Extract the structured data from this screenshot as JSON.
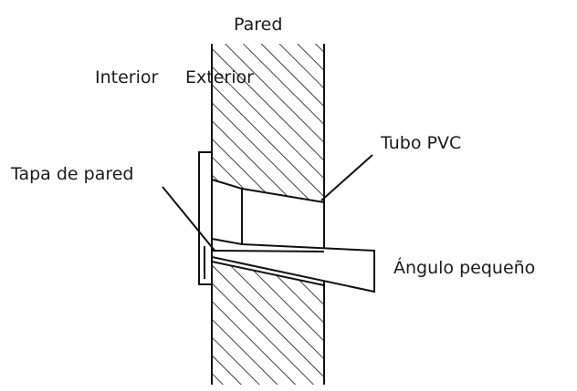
{
  "labels": {
    "wall": "Pared",
    "interior": "Interior",
    "exterior": "Exterior",
    "pvc_tube": "Tubo PVC",
    "wall_cap": "Tapa de pared",
    "small_angle": "Ángulo pequeño"
  },
  "colors": {
    "ink": "#111111",
    "background": "#ffffff"
  }
}
